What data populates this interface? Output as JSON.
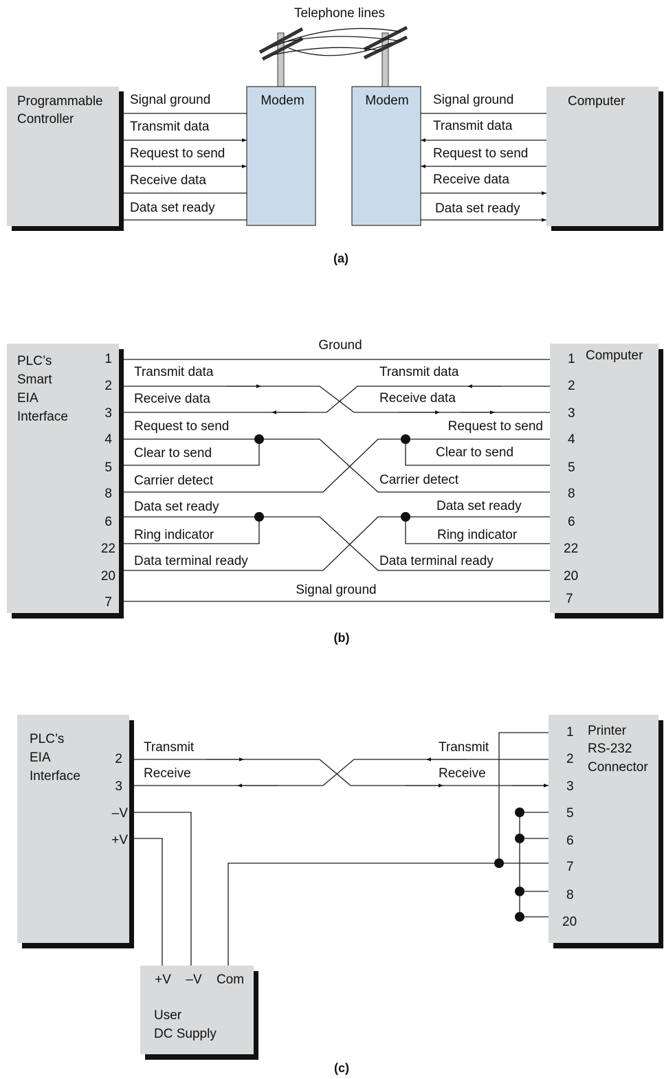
{
  "panel_a": {
    "telephone_lines": "Telephone lines",
    "left_device": "Programmable Controller",
    "left_device_lines": [
      "Programmable",
      "Controller"
    ],
    "modem_label": "Modem",
    "right_device": "Computer",
    "signals": [
      "Signal ground",
      "Transmit data",
      "Request to send",
      "Receive data",
      "Data set ready"
    ],
    "caption": "(a)"
  },
  "panel_b": {
    "left_device_lines": [
      "PLC’s",
      "Smart",
      "EIA",
      "Interface"
    ],
    "right_device": "Computer",
    "ground": "Ground",
    "signal_ground": "Signal ground",
    "left_pins": [
      "1",
      "2",
      "3",
      "4",
      "5",
      "8",
      "6",
      "22",
      "20",
      "7"
    ],
    "right_pins": [
      "1",
      "2",
      "3",
      "4",
      "5",
      "8",
      "6",
      "22",
      "20",
      "7"
    ],
    "left_signals": [
      "Transmit data",
      "Receive data",
      "Request to send",
      "Clear to send",
      "Carrier detect",
      "Data set ready",
      "Ring indicator",
      "Data terminal ready"
    ],
    "right_signals": [
      "Transmit data",
      "Receive data",
      "Request to send",
      "Clear to send",
      "Carrier detect",
      "Data set ready",
      "Ring indicator",
      "Data terminal ready"
    ],
    "caption": "(b)"
  },
  "panel_c": {
    "left_device_lines": [
      "PLC’s",
      "EIA",
      "Interface"
    ],
    "left_pins": [
      "2",
      "3",
      "–V",
      "+V"
    ],
    "left_signals": [
      "Transmit",
      "Receive"
    ],
    "right_device_lines": [
      "Printer",
      "RS-232",
      "Connector"
    ],
    "right_pins": [
      "1",
      "2",
      "3",
      "5",
      "6",
      "7",
      "8",
      "20"
    ],
    "right_signals": [
      "Transmit",
      "Receive"
    ],
    "supply_terminals": [
      "+V",
      "–V",
      "Com"
    ],
    "supply_lines": [
      "User",
      "DC Supply"
    ],
    "caption": "(c)"
  }
}
